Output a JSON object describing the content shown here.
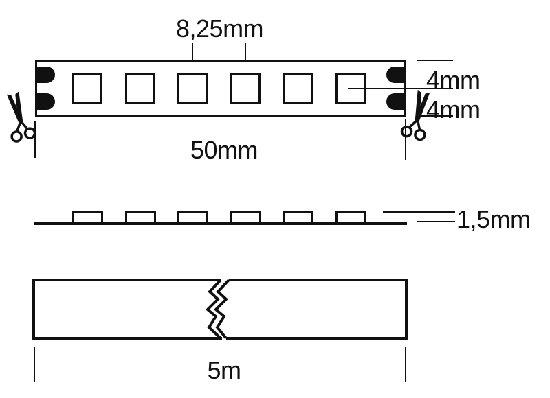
{
  "colors": {
    "background": "#ffffff",
    "line": "#111111"
  },
  "icons": {
    "scissors": "✂"
  },
  "top_view": {
    "led_count": 6,
    "pitch_label": "8,25mm",
    "upper_half_width_label": "4mm",
    "lower_half_width_label": "4mm",
    "cut_length_label": "50mm"
  },
  "side_view": {
    "led_count": 6,
    "thickness_label": "1,5mm"
  },
  "length_view": {
    "total_length_label": "5m"
  }
}
